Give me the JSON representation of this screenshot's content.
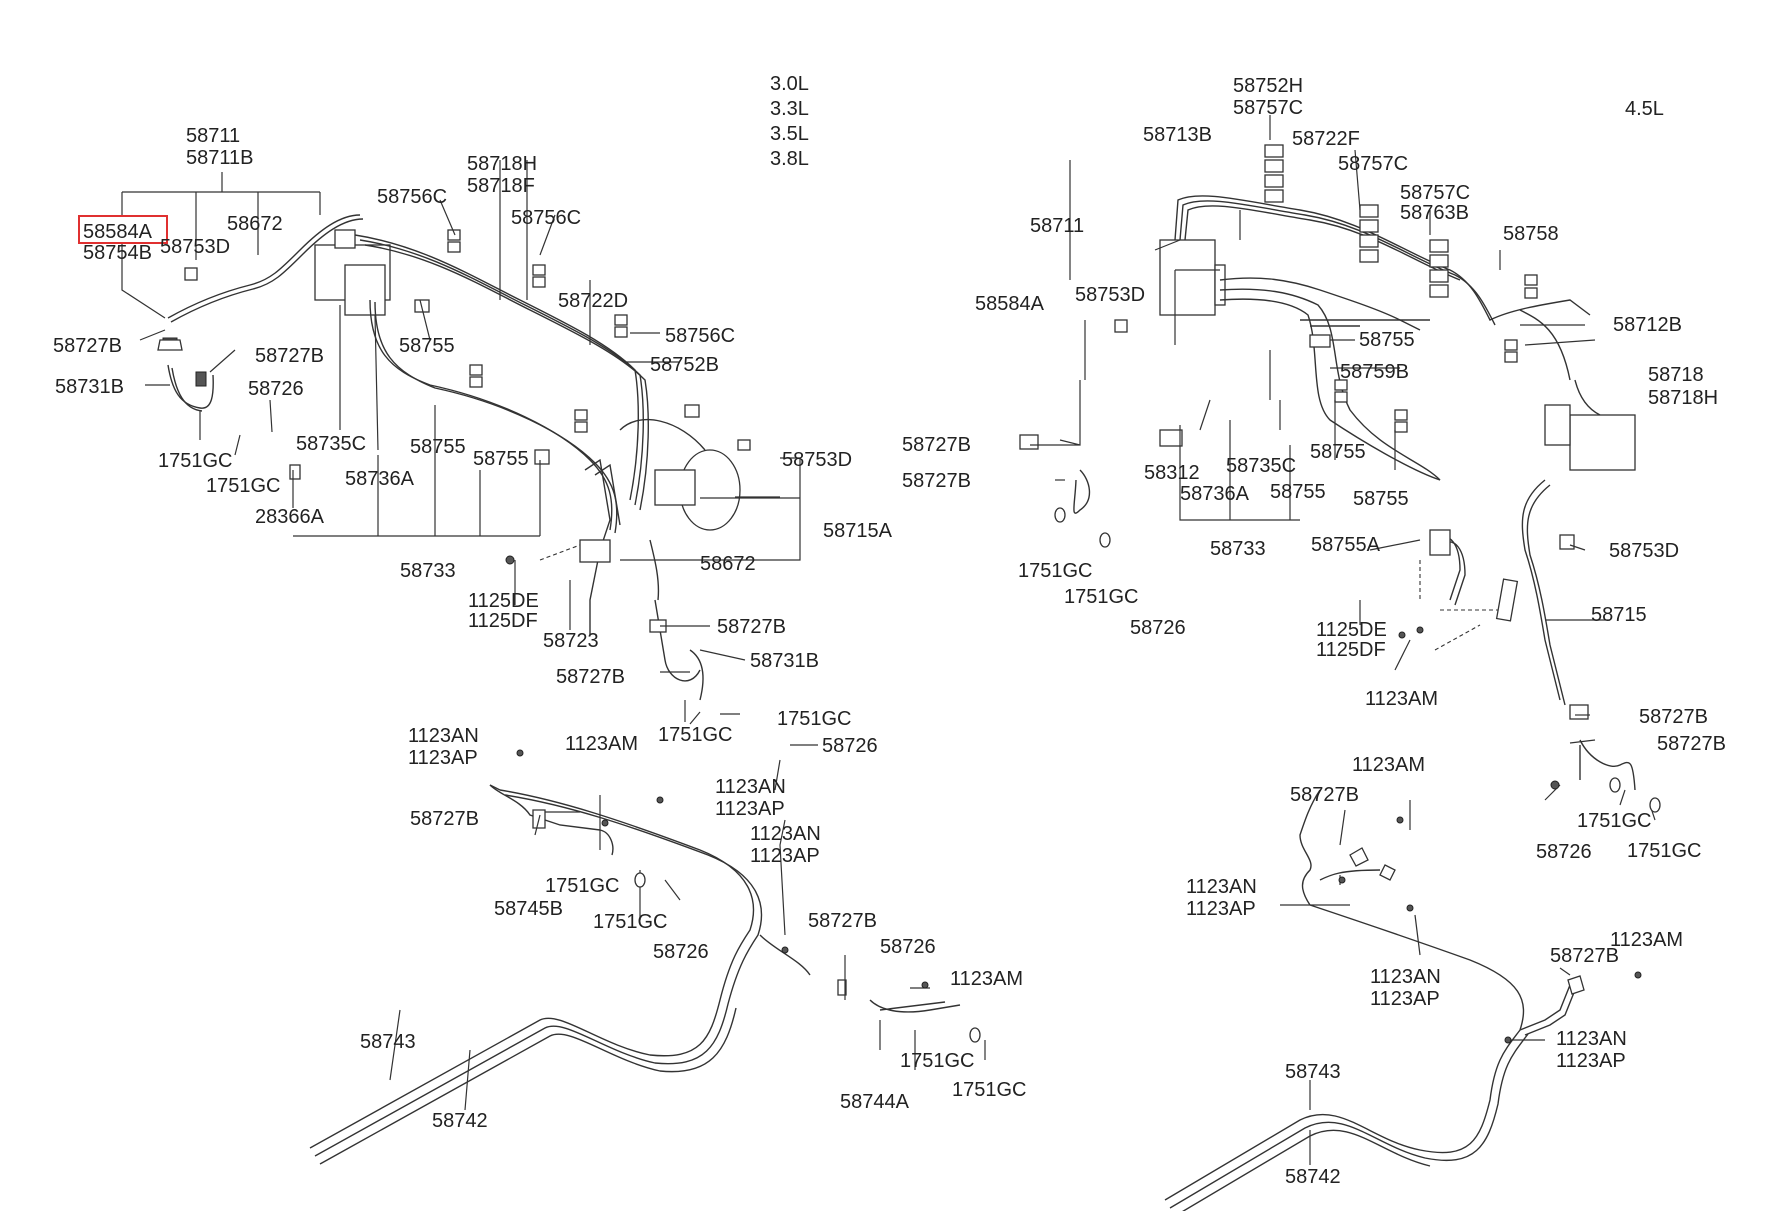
{
  "variants": {
    "left": [
      "3.0L",
      "3.3L",
      "3.5L",
      "3.8L"
    ],
    "right": "4.5L"
  },
  "highlight": {
    "part": "58584A",
    "color": "#e03030"
  },
  "labels": {
    "l58711": "58711",
    "l58711b": "58711B",
    "l58584a": "58584A",
    "l58754b": "58754B",
    "l58753d_a": "58753D",
    "l58672_a": "58672",
    "l58718h": "58718H",
    "l58718f": "58718F",
    "l58756c_a": "58756C",
    "l58756c_b": "58756C",
    "l58722d": "58722D",
    "l58756c_c": "58756C",
    "l58752b": "58752B",
    "l58755_a": "58755",
    "l58727b_a": "58727B",
    "l58727b_b": "58727B",
    "l58731b_a": "58731B",
    "l58726_a": "58726",
    "l1751gc_a": "1751GC",
    "l1751gc_b": "1751GC",
    "l28366a": "28366A",
    "l58735c_a": "58735C",
    "l58736a_a": "58736A",
    "l58755_b": "58755",
    "l58755_c": "58755",
    "l58733_a": "58733",
    "l1125de_a": "1125DE",
    "l1125df_a": "1125DF",
    "l58723": "58723",
    "l58753d_b": "58753D",
    "l58715a": "58715A",
    "l58672_b": "58672",
    "l58727b_c": "58727B",
    "l58727b_d": "58727B",
    "l58731b_b": "58731B",
    "l1751gc_c": "1751GC",
    "l1751gc_d": "1751GC",
    "l58726_b": "58726",
    "l1123an_a": "1123AN",
    "l1123ap_a": "1123AP",
    "l1123am_a": "1123AM",
    "l1123an_b": "1123AN",
    "l1123ap_b": "1123AP",
    "l58727b_e": "58727B",
    "l1123an_c": "1123AN",
    "l1123ap_c": "1123AP",
    "l1751gc_e": "1751GC",
    "l58745b": "58745B",
    "l1751gc_f": "1751GC",
    "l58726_c": "58726",
    "l58727b_f": "58727B",
    "l58726_d": "58726",
    "l1123am_b": "1123AM",
    "l58743_a": "58743",
    "l58742_a": "58742",
    "l1751gc_g": "1751GC",
    "l58744a": "58744A",
    "l1751gc_h": "1751GC",
    "r58752h": "58752H",
    "r58757c_a": "58757C",
    "r58713b": "58713B",
    "r58722f": "58722F",
    "r58757c_b": "58757C",
    "r58757c_c": "58757C",
    "r58763b": "58763B",
    "r58711": "58711",
    "r58758": "58758",
    "r58584a": "58584A",
    "r58753d_a": "58753D",
    "r58712b": "58712B",
    "r58755_a": "58755",
    "r58718": "58718",
    "r58759b": "58759B",
    "r58718h": "58718H",
    "r58727b_a": "58727B",
    "r58727b_b": "58727B",
    "r58312": "58312",
    "r58735c": "58735C",
    "r58755_b": "58755",
    "r58736a": "58736A",
    "r58755_c": "58755",
    "r58755_d": "58755",
    "r58733": "58733",
    "r58755a": "58755A",
    "r58753d_b": "58753D",
    "r1751gc_a": "1751GC",
    "r1751gc_b": "1751GC",
    "r58726_a": "58726",
    "r1125de": "1125DE",
    "r1125df": "1125DF",
    "r58715": "58715",
    "r1123am_a": "1123AM",
    "r58727b_c": "58727B",
    "r58727b_d": "58727B",
    "r1751gc_c": "1751GC",
    "r58726_b": "58726",
    "r1751gc_d": "1751GC",
    "r1123am_b": "1123AM",
    "r58727b_e": "58727B",
    "r1123an_a": "1123AN",
    "r1123ap_a": "1123AP",
    "r1123an_b": "1123AN",
    "r1123ap_b": "1123AP",
    "r1123am_c": "1123AM",
    "r58727b_f": "58727B",
    "r1123an_c": "1123AN",
    "r1123ap_c": "1123AP",
    "r58743": "58743",
    "r58742": "58742"
  }
}
